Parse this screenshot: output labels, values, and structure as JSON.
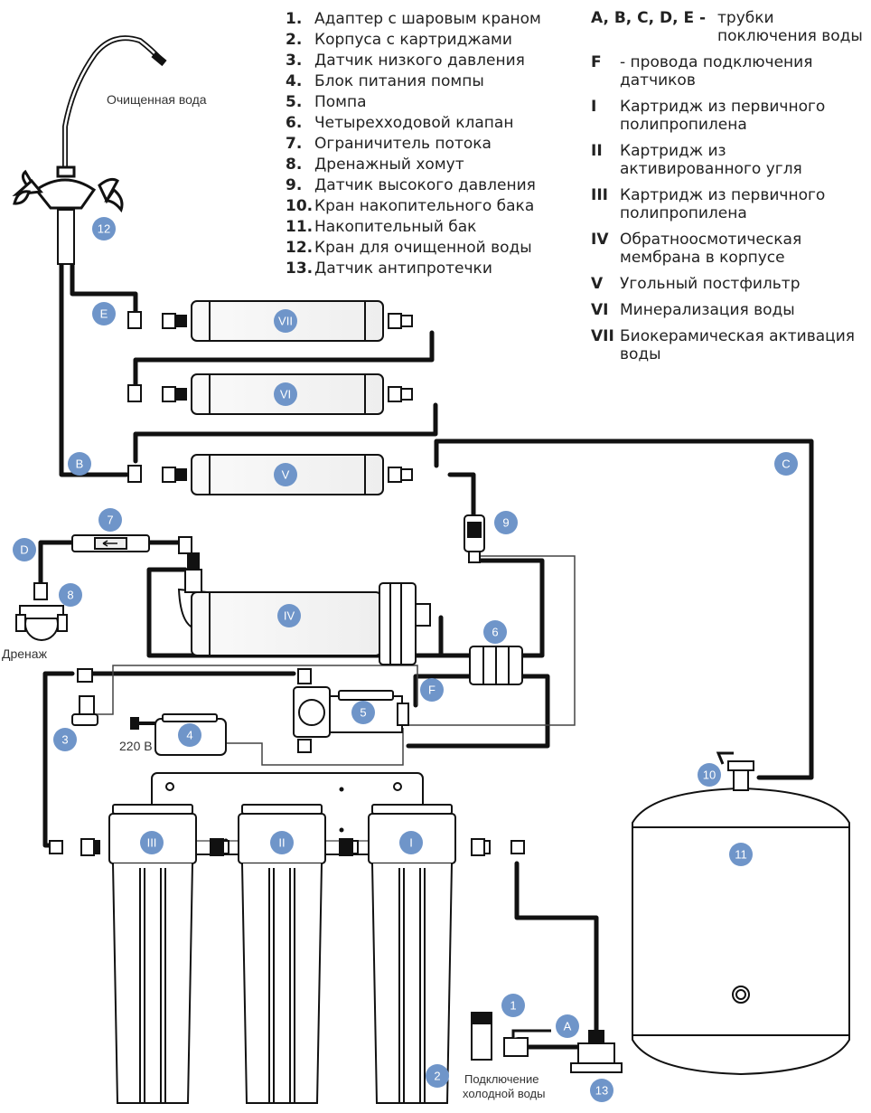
{
  "numbered_legend": [
    {
      "num": "1.",
      "text": "Адаптер с шаровым краном"
    },
    {
      "num": "2.",
      "text": "Корпуса с картриджами"
    },
    {
      "num": "3.",
      "text": "Датчик низкого давления"
    },
    {
      "num": "4.",
      "text": "Блок питания помпы"
    },
    {
      "num": "5.",
      "text": "Помпа"
    },
    {
      "num": "6.",
      "text": "Четырехходовой клапан"
    },
    {
      "num": "7.",
      "text": "Ограничитель потока"
    },
    {
      "num": "8.",
      "text": "Дренажный хомут"
    },
    {
      "num": "9.",
      "text": "Датчик высокого давления"
    },
    {
      "num": "10.",
      "text": "Кран накопительного бака"
    },
    {
      "num": "11.",
      "text": "Накопительный бак"
    },
    {
      "num": "12.",
      "text": "Кран для очищенной воды"
    },
    {
      "num": "13.",
      "text": "Датчик антипротечки"
    }
  ],
  "letter_legend": [
    {
      "key": "A, B, C, D, E -",
      "text": "трубки поключения воды"
    },
    {
      "key": "F",
      "text": "- провода подключения датчиков"
    },
    {
      "key": "I",
      "text": "Картридж из первичного полипропилена"
    },
    {
      "key": "II",
      "text": "Картридж из активированного угля"
    },
    {
      "key": "III",
      "text": "Картридж из первичного полипропилена"
    },
    {
      "key": "IV",
      "text": "Обратноосмотическая мембрана в корпусе"
    },
    {
      "key": "V",
      "text": "Угольный постфильтр"
    },
    {
      "key": "VI",
      "text": "Минерализация воды"
    },
    {
      "key": "VII",
      "text": "Биокерамическая активация воды"
    }
  ],
  "labels": {
    "purified_water": "Очищенная вода",
    "drain": "Дренаж",
    "voltage": "220 В",
    "cold_water_line1": "Подключение",
    "cold_water_line2": "холодной воды"
  },
  "badges": {
    "b1": "1",
    "b2": "2",
    "b3": "3",
    "b4": "4",
    "b5": "5",
    "b6": "6",
    "b7": "7",
    "b8": "8",
    "b9": "9",
    "b10": "10",
    "b11": "11",
    "b12": "12",
    "b13": "13",
    "bA": "A",
    "bB": "B",
    "bC": "C",
    "bD": "D",
    "bE": "E",
    "bF": "F",
    "fI": "I",
    "fII": "II",
    "fIII": "III",
    "fIV": "IV",
    "fV": "V",
    "fVI": "VI",
    "fVII": "VII"
  },
  "colors": {
    "badge": "#6f95c9",
    "pipe": "#111111",
    "wire": "#444444"
  }
}
